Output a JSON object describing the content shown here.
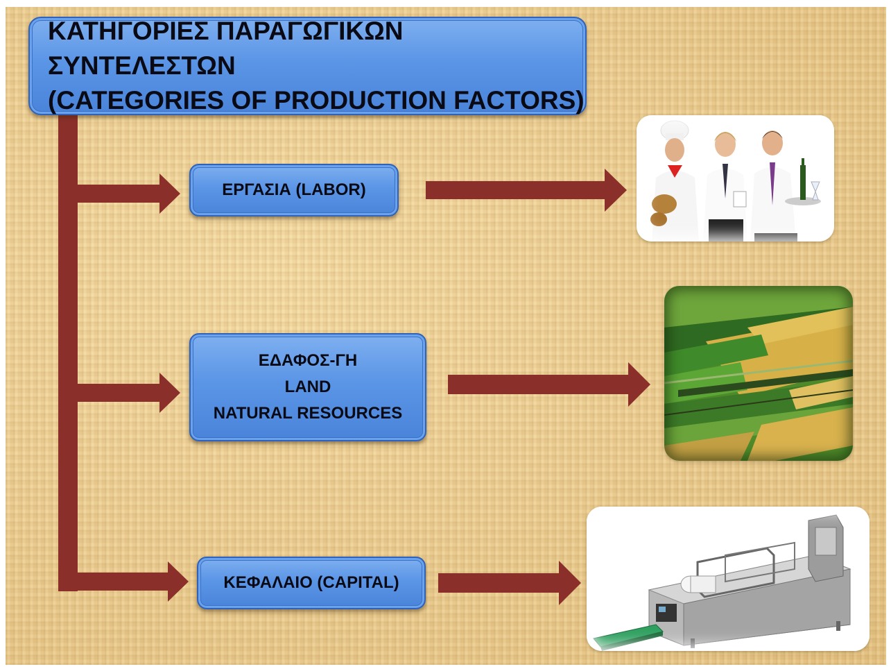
{
  "title": {
    "line1": "ΚΑΤΗΓΟΡΙΕΣ ΠΑΡΑΓΩΓΙΚΩΝ ΣΥΝΤΕΛΕΣΤΩΝ",
    "line2": "(CATEGORIES OF PRODUCTION FACTORS)"
  },
  "categories": {
    "labor": {
      "label": "ΕΡΓΑΣΙΑ (LABOR)",
      "image": "workers-photo"
    },
    "land": {
      "line1": "ΕΔΑΦΟΣ-ΓΗ",
      "line2": "LAND",
      "line3": "NATURAL RESOURCES",
      "image": "farmland-aerial-photo"
    },
    "capital": {
      "label": "ΚΕΦΑΛΑΙΟ (CAPITAL)",
      "image": "industrial-machine-photo"
    }
  },
  "colors": {
    "box_fill": "#5b95e6",
    "box_border": "#2f62b8",
    "arrow": "#8b2f2a",
    "background": "#e9c98b"
  }
}
